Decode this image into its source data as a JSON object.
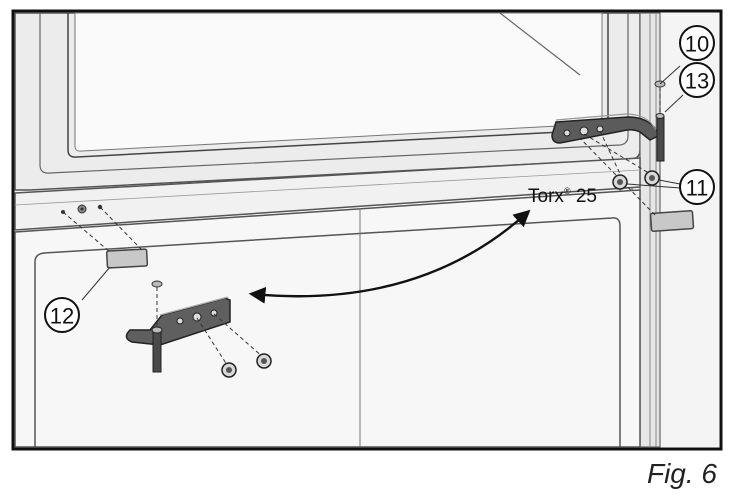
{
  "callouts": {
    "c10": "10",
    "c13": "13",
    "c11": "11",
    "c12": "12"
  },
  "torx": {
    "name": "Torx",
    "mark": "®",
    "size": "25"
  },
  "caption": "Fig. 6"
}
